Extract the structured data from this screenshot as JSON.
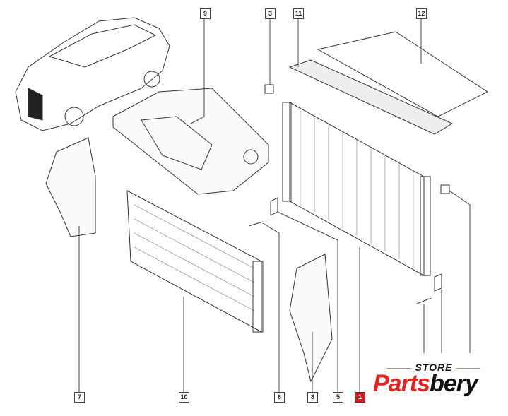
{
  "callouts": {
    "c9": "9",
    "c3": "3",
    "c11": "11",
    "c12": "12",
    "c7": "7",
    "c10": "10",
    "c6": "6",
    "c8": "8",
    "c5": "5",
    "c1": "1"
  },
  "logo": {
    "store": "STORE",
    "brand_part1": "Parts",
    "brand_part2": "bery"
  },
  "colors": {
    "accent": "#e3231f",
    "highlight_callout": "#c8202a"
  }
}
